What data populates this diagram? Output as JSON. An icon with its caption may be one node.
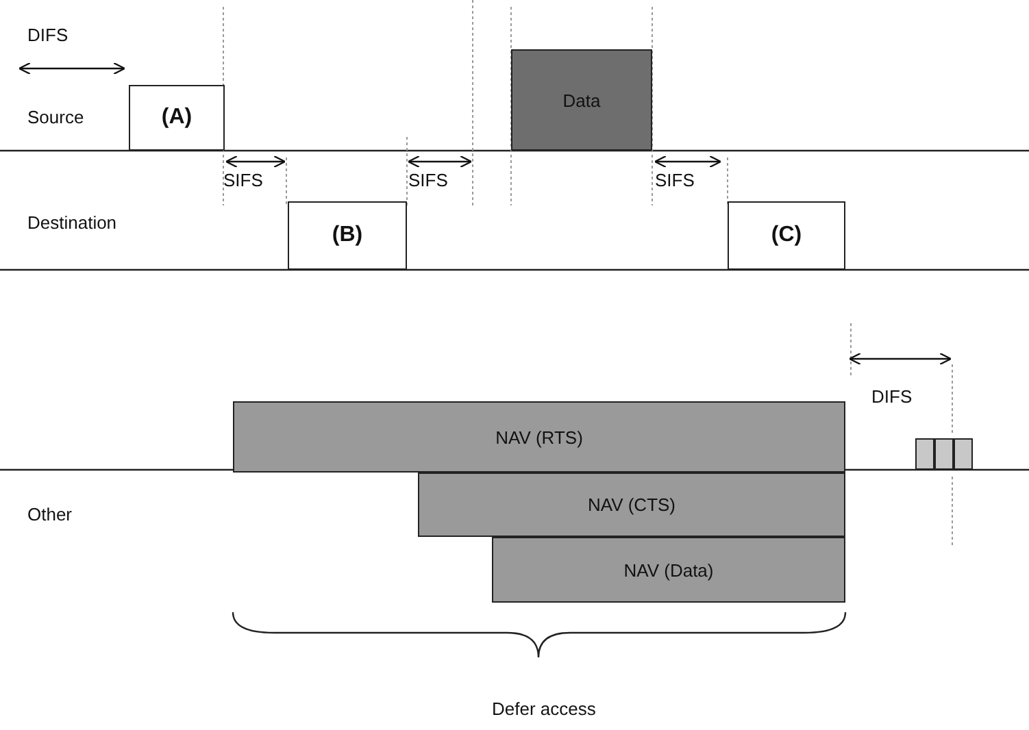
{
  "diagram": {
    "nodes": [
      {
        "text": [
          "(A)"
        ]
      },
      {
        "text": [
          "Data"
        ]
      },
      {
        "text": [
          "(B)"
        ]
      },
      {
        "text": [
          "(C)"
        ]
      },
      {
        "text": [
          "NAV (RTS)"
        ]
      },
      {
        "text": [],
        "shape": "box"
      },
      {
        "text": [],
        "shape": "box"
      },
      {
        "text": [],
        "shape": "box"
      },
      {
        "text": [
          "NAV (CTS)"
        ]
      },
      {
        "text": [
          "NAV (Data)"
        ]
      }
    ],
    "labels": [
      "DIFS",
      "Source",
      "SIFS",
      "SIFS",
      "SIFS",
      "Destination",
      "DIFS",
      "Other",
      "Defer access"
    ]
  }
}
